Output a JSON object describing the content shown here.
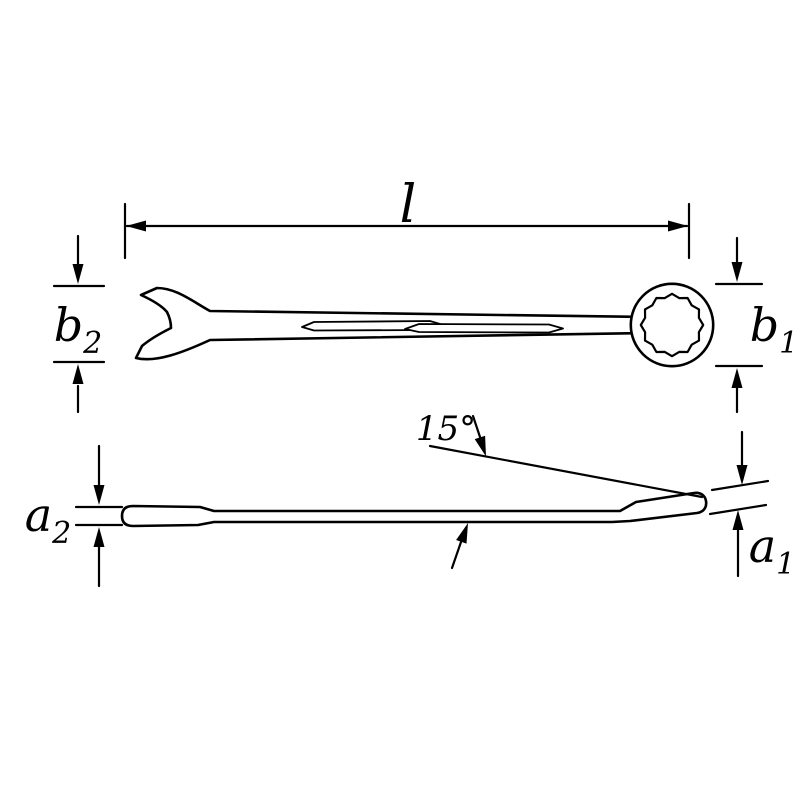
{
  "diagram": {
    "type": "technical-drawing",
    "colors": {
      "line": "#000000",
      "background": "#ffffff"
    },
    "labels": {
      "length": {
        "base": "l"
      },
      "b2": {
        "base": "b",
        "sub": "2"
      },
      "b1": {
        "base": "b",
        "sub": "1"
      },
      "a2": {
        "base": "a",
        "sub": "2"
      },
      "a1": {
        "base": "a",
        "sub": "1"
      },
      "angle": {
        "base": "15°"
      }
    }
  }
}
